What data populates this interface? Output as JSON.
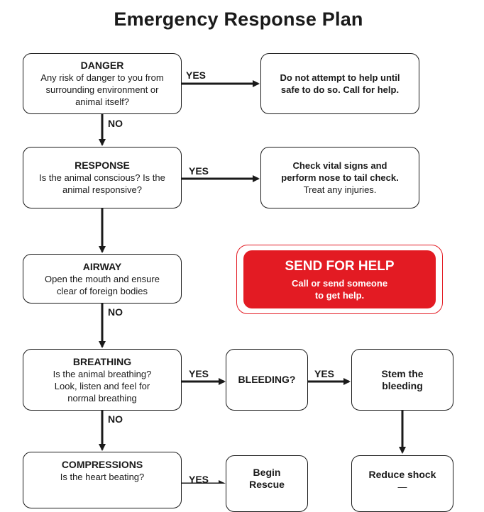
{
  "title": "Emergency Response Plan",
  "colors": {
    "accent": "#e31b23",
    "ink": "#1a1a1a"
  },
  "nodes": {
    "danger": {
      "heading": "DANGER",
      "line1": "Any risk of danger to you from",
      "line2": "surrounding environment or",
      "line3": "animal itself?"
    },
    "danger_yes": {
      "line1": "Do not attempt to help until",
      "line2": "safe to do so. Call for help."
    },
    "response": {
      "heading": "RESPONSE",
      "line1": "Is the animal conscious? Is the",
      "line2": "animal responsive?"
    },
    "response_yes": {
      "line1": "Check vital signs and",
      "line2": "perform nose to tail check.",
      "line3": "Treat any injuries."
    },
    "airway": {
      "heading": "AIRWAY",
      "line1": "Open the mouth and ensure",
      "line2": "clear of foreign bodies"
    },
    "send_help": {
      "heading": "SEND FOR HELP",
      "line1": "Call or send someone",
      "line2": "to get help."
    },
    "breathing": {
      "heading": "BREATHING",
      "line1": "Is the animal breathing?",
      "line2": "Look, listen and feel for",
      "line3": "normal breathing"
    },
    "bleeding": {
      "heading": "BLEEDING?"
    },
    "stem": {
      "line1": "Stem the",
      "line2": "bleeding"
    },
    "compressions": {
      "heading": "COMPRESSIONS",
      "line1": "Is the heart beating?"
    },
    "begin": {
      "line1": "Begin",
      "line2": "Rescue"
    },
    "shock": {
      "line1": "Reduce shock",
      "line2": "—"
    }
  },
  "labels": {
    "yes_danger": "YES",
    "no_danger": "NO",
    "yes_response": "YES",
    "no_airway": "NO",
    "yes_breathing": "YES",
    "yes_bleeding": "YES",
    "no_breathing": "NO",
    "yes_compressions": "YES"
  }
}
